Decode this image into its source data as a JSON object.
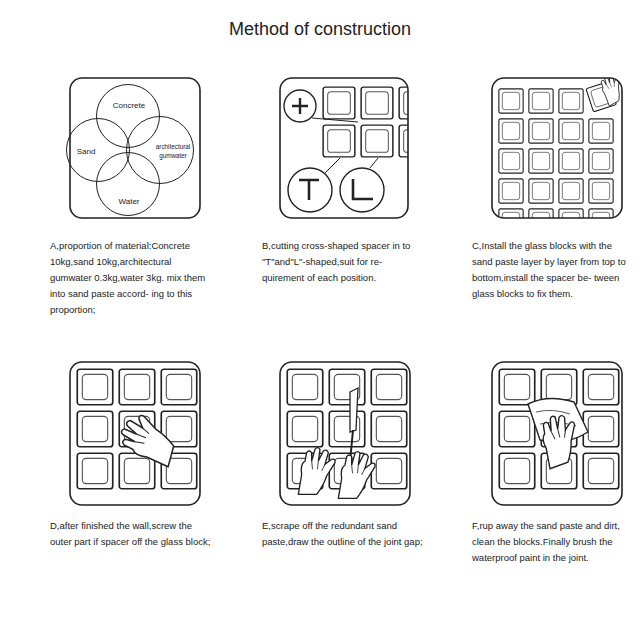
{
  "diagram": {
    "title": "Method of construction",
    "nodes": [
      {
        "text": [
          "Concrete"
        ]
      },
      {
        "text": [
          "Sand"
        ]
      },
      {
        "text": [
          "architectural gumwater"
        ]
      },
      {
        "text": [
          "Water"
        ]
      }
    ],
    "labels": [
      "A,proportion of material:Concrete 10kg,sand 10kg,architectural gumwater 0.3kg,water 3kg. mix them into sand paste accord- ing to this proportion;",
      "B,cutting cross-shaped spacer in to \"T\"and\"L\"-shaped,suit for re- quirement of each position.",
      "C,Install the glass blocks with the sand paste layer by layer from top to bottom,install the spacer be- tween glass blocks to fix them.",
      "D,after finished the wall,screw the outer part if spacer off the glass block;",
      "E,scrape off the redundant sand paste,draw the outline of the joint gap;",
      "F,rup away the sand paste and dirt, clean the blocks.Finally brush the waterproof paint in the joint."
    ]
  }
}
